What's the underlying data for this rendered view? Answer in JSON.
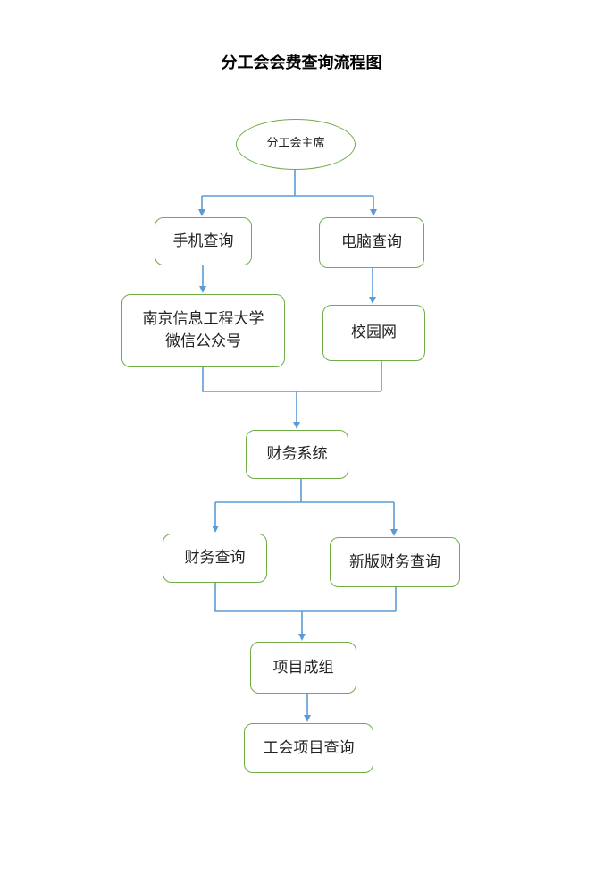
{
  "title": "分工会会费查询流程图",
  "colors": {
    "node_border": "#70ad47",
    "connector": "#5b9bd5",
    "text": "#222222"
  },
  "nodes": {
    "chairman": "分工会主席",
    "mobile_query": "手机查询",
    "pc_query": "电脑查询",
    "wechat_line1": "南京信息工程大学",
    "wechat_line2": "微信公众号",
    "campus_net": "校园网",
    "finance_system": "财务系统",
    "finance_query": "财务查询",
    "new_finance_query": "新版财务查询",
    "project_group": "项目成组",
    "union_project_query": "工会项目查询"
  }
}
